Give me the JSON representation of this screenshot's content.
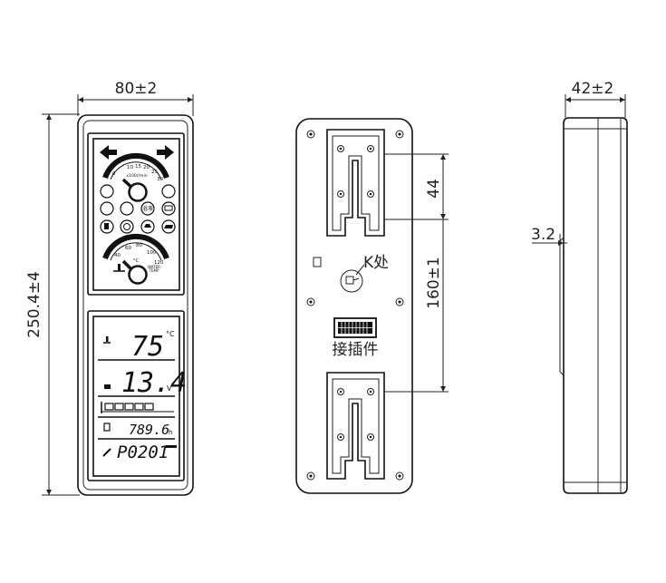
{
  "dimensions": {
    "front_width": "80±2",
    "front_height": "250.4±4",
    "side_width": "42±2",
    "side_step": "3.2",
    "back_bracket_height": "44",
    "back_spacing": "160±1"
  },
  "labels": {
    "k_point": "K处",
    "connector": "接插件"
  },
  "gauge_top": {
    "ticks": [
      "0",
      "10",
      "15",
      "20",
      "25",
      "30"
    ],
    "unit": "x100r/min"
  },
  "gauge_bottom": {
    "ticks": [
      "40",
      "60",
      "80",
      "100",
      "120"
    ],
    "unit": "°C",
    "caption_line1": "WATER",
    "caption_line2": "TEMP"
  },
  "indicator_text": "浴液",
  "lcd": {
    "temp_value": "75",
    "temp_unit": "°C",
    "volt_value": "13.4",
    "volt_unit": "V",
    "hours_value": "789.6",
    "hours_unit": "h",
    "code_value": "P0201"
  }
}
